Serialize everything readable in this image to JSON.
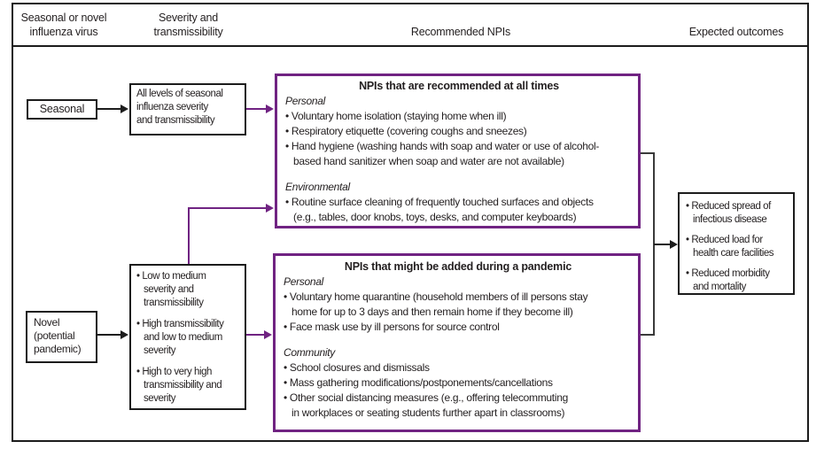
{
  "figure": {
    "columns": {
      "virus": "Seasonal or novel\ninfluenza virus",
      "severity": "Severity and\ntransmissibility",
      "npis": "Recommended NPIs",
      "outcomes": "Expected outcomes"
    },
    "virus_boxes": {
      "seasonal": "Seasonal",
      "novel": "Novel\n(potential\npandemic)"
    },
    "severity_boxes": {
      "seasonal_all_levels": "All levels of seasonal\ninfluenza severity\nand transmissibility",
      "pandemic_levels": [
        "• Low to medium\nseverity and\ntransmissibility",
        "• High transmissibility\nand low to medium\nseverity",
        "• High to very high\ntransmissibility and\nseverity"
      ]
    },
    "npi_all_times": {
      "title": "NPIs that are recommended at all times",
      "lines": [
        {
          "type": "section",
          "text": "Personal"
        },
        {
          "type": "bullet",
          "text": "• Voluntary home isolation (staying home when ill)"
        },
        {
          "type": "bullet",
          "text": "• Respiratory etiquette (covering coughs and sneezes)"
        },
        {
          "type": "bullet",
          "text": "• Hand hygiene (washing hands with soap and water or use of alcohol-"
        },
        {
          "type": "cont",
          "text": "based hand sanitizer when soap and water are not available)"
        },
        {
          "type": "gap",
          "text": ""
        },
        {
          "type": "section",
          "text": "Environmental"
        },
        {
          "type": "bullet",
          "text": "• Routine surface cleaning of frequently touched surfaces and objects"
        },
        {
          "type": "cont",
          "text": "(e.g., tables, door knobs, toys, desks, and computer keyboards)"
        }
      ]
    },
    "npi_pandemic": {
      "title": "NPIs that might be added during a pandemic",
      "lines": [
        {
          "type": "section",
          "text": "Personal"
        },
        {
          "type": "bullet",
          "text": "• Voluntary home quarantine (household members of ill persons stay"
        },
        {
          "type": "cont",
          "text": "home for up to 3 days and then remain home if they become ill)"
        },
        {
          "type": "bullet",
          "text": "• Face mask use by ill persons for source control"
        },
        {
          "type": "gap",
          "text": ""
        },
        {
          "type": "section",
          "text": "Community"
        },
        {
          "type": "bullet",
          "text": "• School closures and dismissals"
        },
        {
          "type": "bullet",
          "text": "• Mass gathering modifications/postponements/cancellations"
        },
        {
          "type": "bullet",
          "text": "• Other social distancing measures (e.g., offering telecommuting"
        },
        {
          "type": "cont",
          "text": "in workplaces or seating students further apart in classrooms)"
        }
      ]
    },
    "expected_outcomes": [
      "• Reduced spread of\ninfectious disease",
      "• Reduced load for\nhealth care facilities",
      "• Reduced morbidity\nand mortality"
    ],
    "colors": {
      "npi_border_purple": "#702382",
      "line_black": "#1c1c1c"
    }
  }
}
